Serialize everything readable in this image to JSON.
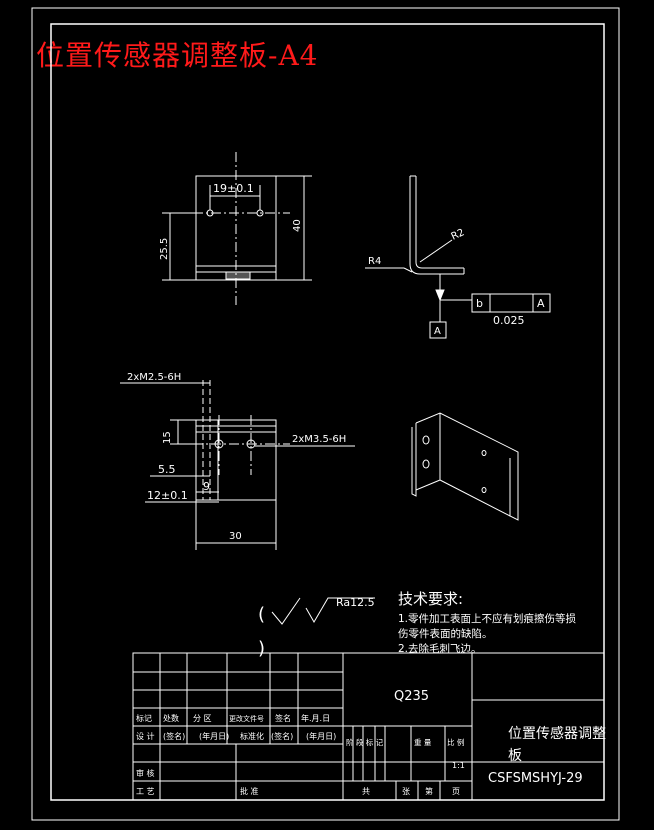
{
  "title": "位置传感器调整板-A4",
  "views": {
    "front": {
      "dim_hole_spacing": "19±0.1",
      "dim_height": "40",
      "dim_hole_height": "25.5"
    },
    "side": {
      "radius_outer": "R4",
      "radius_inner": "R2",
      "datum_label": "A",
      "tolerance_symbol": "b",
      "tolerance_value": "0.025",
      "tolerance_datum": "A"
    },
    "bottom": {
      "thread_top": "2xM2.5-6H",
      "thread_right": "2xM3.5-6H",
      "dim_15": "15",
      "dim_5_5": "5.5",
      "dim_9": "9",
      "dim_12": "12±0.1",
      "dim_30": "30"
    }
  },
  "roughness": {
    "value": "Ra12.5",
    "paren_open": "(",
    "paren_close": ")"
  },
  "requirements": {
    "heading": "技术要求:",
    "line1": "1.零件加工表面上不应有划痕擦伤等损",
    "line2": "伤零件表面的缺陷。",
    "line3": "2.去除毛刺飞边。"
  },
  "title_block": {
    "material": "Q235",
    "part_name_line1": "位置传感器调整",
    "part_name_line2": "板",
    "drawing_number": "CSFSMSHYJ-29",
    "scale": "1:1",
    "row_headers": [
      "标记",
      "处数",
      "分 区",
      "更改文件号",
      "签名",
      "年.月.日"
    ],
    "design": "设 计",
    "signature_paren": "(签名)",
    "date_paren": "(年月日)",
    "standardize": "标准化",
    "review": "审 核",
    "process": "工 艺",
    "approve": "批 准",
    "stage_headers": [
      "阶 段 标 记",
      "重 量",
      "比 例"
    ],
    "sheet_row": [
      "共",
      "张",
      "第",
      "页"
    ]
  }
}
